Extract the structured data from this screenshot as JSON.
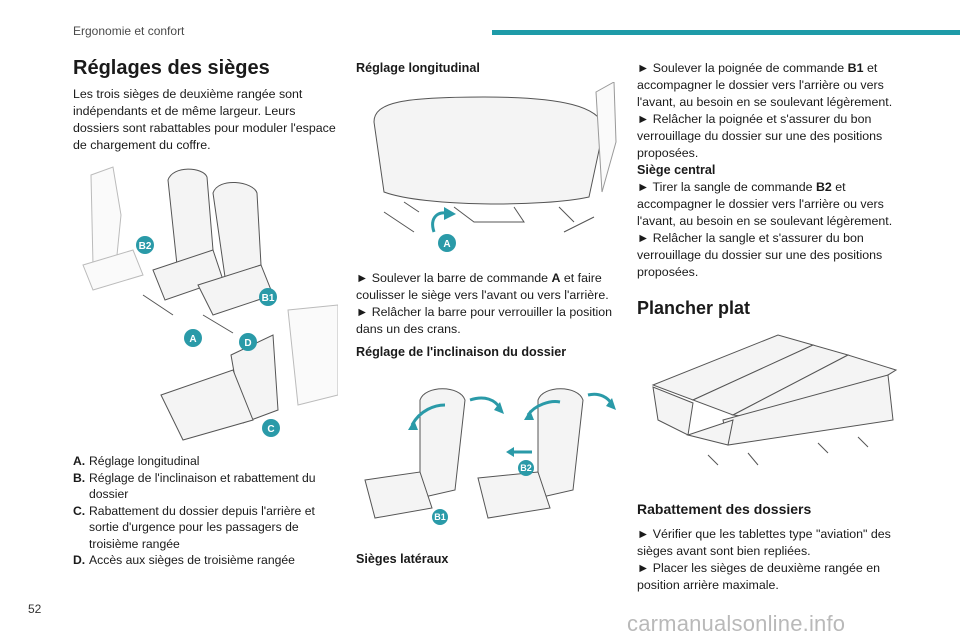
{
  "header": {
    "title": "Ergonomie et confort"
  },
  "page_number": "52",
  "watermark": "carmanualsonline.info",
  "col1": {
    "title": "Réglages des sièges",
    "intro": "Les trois sièges de deuxième rangée sont indépendants et de même largeur. Leurs dossiers sont rabattables pour moduler l'espace de chargement du coffre.",
    "figure_labels": [
      "B2",
      "B1",
      "A",
      "D",
      "C"
    ],
    "legend": [
      {
        "key": "A.",
        "text": "Réglage longitudinal"
      },
      {
        "key": "B.",
        "text": "Réglage de l'inclinaison et rabattement du dossier"
      },
      {
        "key": "C.",
        "text": "Rabattement du dossier depuis l'arrière et sortie d'urgence pour les passagers de troisième rangée"
      },
      {
        "key": "D.",
        "text": "Accès aux sièges de troisième rangée"
      }
    ]
  },
  "col2": {
    "heading1": "Réglage longitudinal",
    "fig1_label": "A",
    "p1_pre": "► Soulever la barre de commande ",
    "p1_bold": "A",
    "p1_post": " et faire coulisser le siège vers l'avant ou vers l'arrière.",
    "p2": "► Relâcher la barre pour verrouiller la position dans un des crans.",
    "heading2": "Réglage de l'inclinaison du dossier",
    "fig2_labels": [
      "B1",
      "B2"
    ],
    "caption": "Sièges latéraux"
  },
  "col3": {
    "p1_pre": "► Soulever la poignée de commande ",
    "p1_bold": "B1",
    "p1_post": " et accompagner le dossier vers l'arrière ou vers l'avant, au besoin en se soulevant légèrement.",
    "p2": "► Relâcher la poignée et s'assurer du bon verrouillage du dossier sur une des positions proposées.",
    "sub_heading": "Siège central",
    "p3_pre": "► Tirer la sangle de commande ",
    "p3_bold": "B2",
    "p3_post": " et accompagner le dossier vers l'arrière ou vers l'avant, au besoin en se soulevant légèrement.",
    "p4": "► Relâcher la sangle et s'assurer du bon verrouillage du dossier sur une des positions proposées.",
    "heading_flat": "Plancher plat",
    "heading_fold": "Rabattement des dossiers",
    "p5": "► Vérifier que les tablettes type \"aviation\" des sièges avant sont bien repliées.",
    "p6": "► Placer les sièges de deuxième rangée en position arrière maximale."
  },
  "colors": {
    "accent": "#1e9ba8",
    "text": "#1a1a1a",
    "watermark": "#b9b9b9"
  }
}
